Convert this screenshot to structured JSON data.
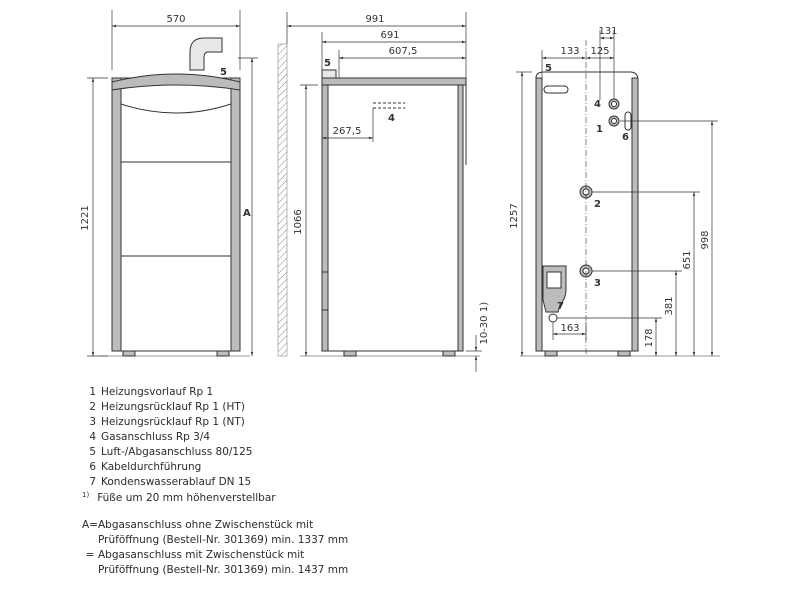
{
  "dimensions": {
    "front_width": "570",
    "front_height": "1221",
    "front_marker": "A",
    "side_overall": "991",
    "side_691": "691",
    "side_607": "607,5",
    "side_267": "267,5",
    "side_height": "1066",
    "side_feet": "10-30",
    "side_feet_note": "1)",
    "rear_131": "131",
    "rear_133": "133",
    "rear_125": "125",
    "rear_height": "1257",
    "rear_998": "998",
    "rear_651": "651",
    "rear_381": "381",
    "rear_178": "178",
    "rear_163": "163"
  },
  "callouts": {
    "c1": "1",
    "c2": "2",
    "c3": "3",
    "c4": "4",
    "c5": "5",
    "c6": "6",
    "c7": "7"
  },
  "legend": [
    {
      "num": "1",
      "text": "Heizungsvorlauf Rp 1"
    },
    {
      "num": "2",
      "text": "Heizungsrücklauf Rp 1 (HT)"
    },
    {
      "num": "3",
      "text": "Heizungsrücklauf Rp 1 (NT)"
    },
    {
      "num": "4",
      "text": "Gasanschluss Rp 3/4"
    },
    {
      "num": "5",
      "text": "Luft-/Abgasanschluss 80/125"
    },
    {
      "num": "6",
      "text": "Kabeldurchführung"
    },
    {
      "num": "7",
      "text": "Kondenswasserablauf DN 15"
    }
  ],
  "footnote": {
    "mark": "1)",
    "text": "Füße um 20 mm höhenverstellbar"
  },
  "note": {
    "line1_lead": "A=",
    "line1": "Abgasanschluss ohne Zwischenstück mit",
    "line2": "Prüföffnung (Bestell-Nr. 301369) min. 1337 mm",
    "line3_lead": "=",
    "line3": "Abgasanschluss mit Zwischenstück mit",
    "line4": "Prüföffnung (Bestell-Nr. 301369) min. 1437 mm"
  },
  "colors": {
    "line": "#333333",
    "fill": "#bcbcbc",
    "hatch": "#888888"
  }
}
